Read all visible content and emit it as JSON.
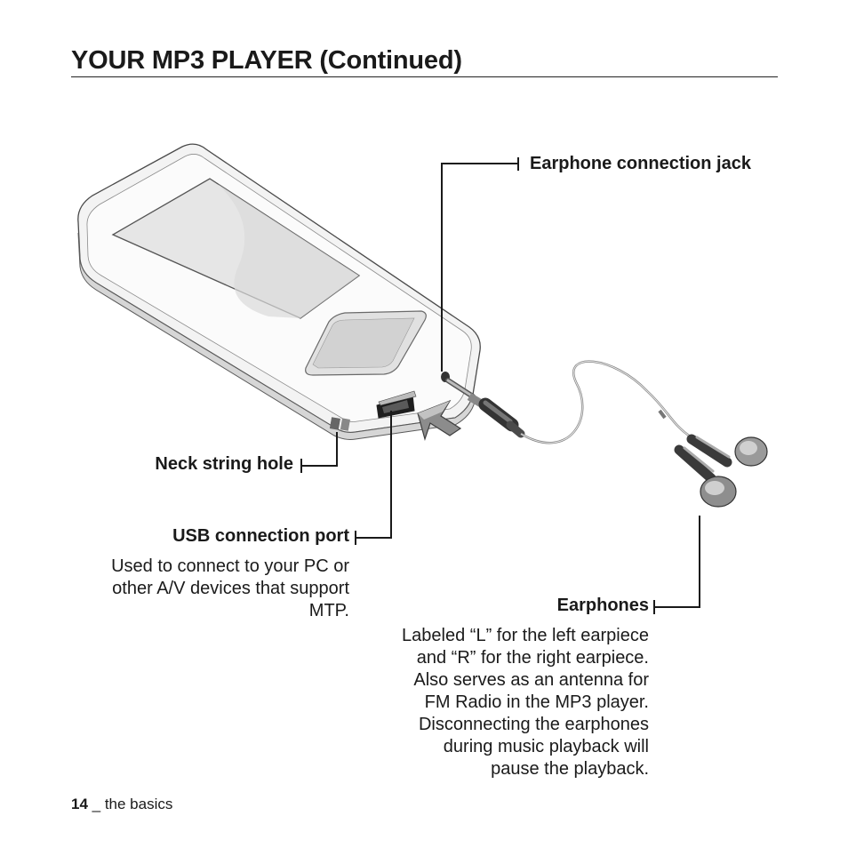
{
  "header": {
    "title": "YOUR MP3 PLAYER (Continued)"
  },
  "labels": {
    "earphone_jack": "Earphone connection jack",
    "neck_string": "Neck string hole",
    "usb_port": "USB connection port",
    "earphones": "Earphones"
  },
  "descriptions": {
    "usb_port": [
      "Used to connect to your PC or",
      "other A/V devices that support",
      "MTP."
    ],
    "earphones": [
      "Labeled “L” for the left earpiece",
      "and “R” for the right earpiece.",
      "Also serves as an antenna for",
      "FM Radio in the MP3 player.",
      "Disconnecting the earphones",
      "during music playback will",
      "pause the playback."
    ]
  },
  "footer": {
    "page_number": "14",
    "separator": " _ ",
    "section": "the basics"
  }
}
